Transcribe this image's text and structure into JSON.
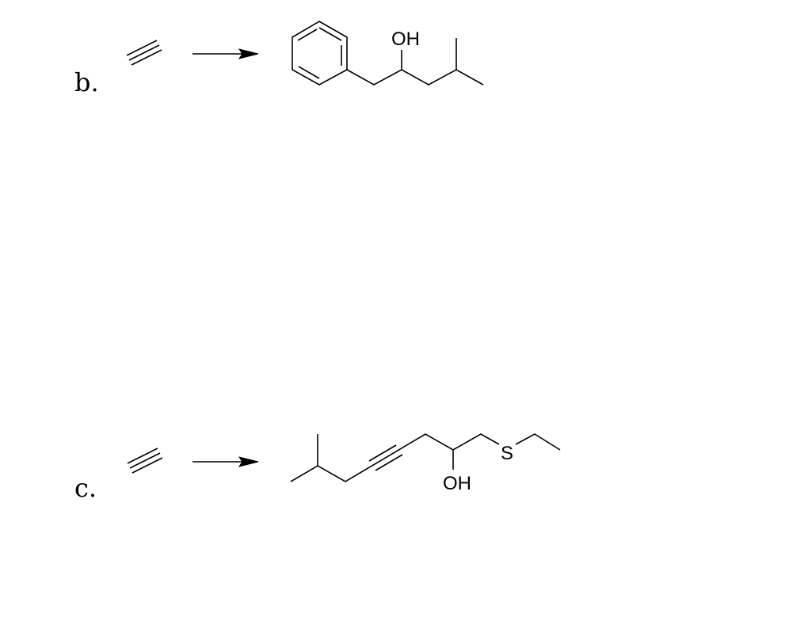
{
  "problems": [
    {
      "label": "b.",
      "reactant": "acetylene (ethyne, HC≡CH)",
      "product": "1-phenyl-4-methylpentan-2-ol",
      "product_atoms": {
        "oh": "OH"
      }
    },
    {
      "label": "c.",
      "reactant": "acetylene (ethyne, HC≡CH)",
      "product": "1-(ethylthio)-7-methyloct-4-yn-2-ol",
      "product_atoms": {
        "oh": "OH",
        "s": "S"
      }
    }
  ],
  "colors": {
    "ink": "#000000",
    "background": "#ffffff"
  }
}
